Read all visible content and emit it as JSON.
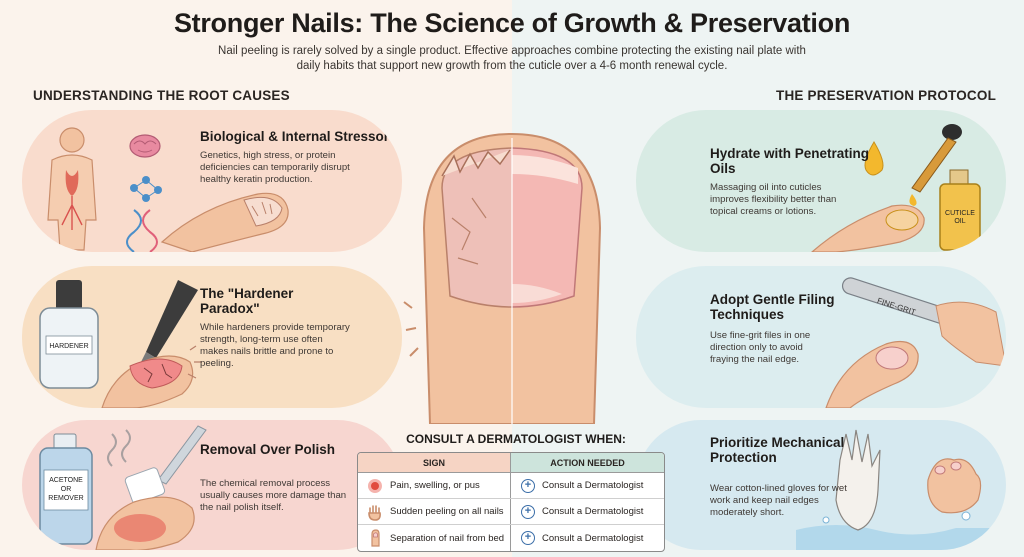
{
  "header": {
    "title": "Stronger Nails: The Science of Growth & Preservation",
    "subtitle": "Nail peeling is rarely solved by a single product. Effective approaches combine protecting the existing nail plate with daily habits that support new growth from the cuticle over a 4-6 month renewal cycle."
  },
  "left": {
    "heading": "UNDERSTANDING THE ROOT CAUSES",
    "cards": [
      {
        "title": "Biological & Internal Stressors",
        "body": "Genetics, high stress, or protein deficiencies can temporarily disrupt healthy keratin production."
      },
      {
        "title": "The \"Hardener Paradox\"",
        "body": "While hardeners provide temporary strength, long-term use often makes nails brittle and prone to peeling.",
        "bottle_label": "HARDENER"
      },
      {
        "title": "Removal Over Polish",
        "body": "The chemical removal process usually causes more damage than the nail polish itself.",
        "bottle_label": "ACETONE OR REMOVER"
      }
    ]
  },
  "right": {
    "heading": "THE PRESERVATION PROTOCOL",
    "cards": [
      {
        "title": "Hydrate with Penetrating Oils",
        "body": "Massaging oil into cuticles improves flexibility better than topical creams or lotions.",
        "bottle_label": "CUTICLE OIL"
      },
      {
        "title": "Adopt Gentle Filing Techniques",
        "body": "Use fine-grit files in one direction only to avoid fraying the nail edge.",
        "file_label": "FINE-GRIT"
      },
      {
        "title": "Prioritize Mechanical Protection",
        "body": "Wear cotton-lined gloves for wet work and keep nail edges moderately short."
      }
    ]
  },
  "consult": {
    "title": "CONSULT A DERMATOLOGIST WHEN:",
    "headers": {
      "sign": "SIGN",
      "action": "ACTION NEEDED"
    },
    "rows": [
      {
        "sign": "Pain, swelling, or pus",
        "action": "Consult a Dermatologist",
        "icon": "inflammation-icon"
      },
      {
        "sign": "Sudden peeling on all nails",
        "action": "Consult a Dermatologist",
        "icon": "hand-icon"
      },
      {
        "sign": "Separation of nail from bed",
        "action": "Consult a Dermatologist",
        "icon": "finger-icon"
      }
    ],
    "action_symbol": "+"
  },
  "colors": {
    "warm_bg": "#fbf3ec",
    "cool_bg": "#eef4f3",
    "skin": "#f2c2a0",
    "accent_blue": "#3b6ea8"
  }
}
